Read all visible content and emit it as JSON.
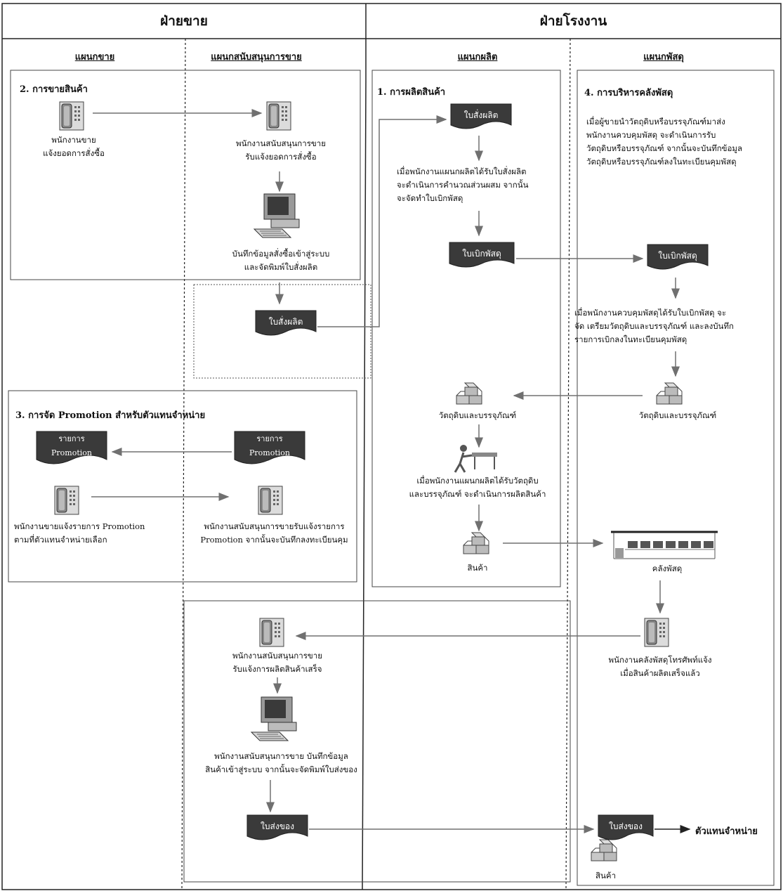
{
  "headers": {
    "sales_division": "ฝ่ายขาย",
    "factory_division": "ฝ่ายโรงงาน"
  },
  "lanes": {
    "sales": "แผนกขาย",
    "sales_support": "แผนกสนับสนุนการขาย",
    "production": "แผนกผลิต",
    "supplies": "แผนกพัสดุ"
  },
  "sections": {
    "sales_title": "2. การขายสินค้า",
    "production_title": "1. การผลิตสินค้า",
    "inventory_title": "4. การบริหารคลังพัสดุ",
    "promotion_title": "3. การจัด Promotion สำหรับตัวแทนจำหน่าย"
  },
  "texts": {
    "sales_staff": [
      "พนักงานขาย",
      "แจ้งยอดการสั่งซื้อ"
    ],
    "support_receive": [
      "พนักงานสนับสนุนการขาย",
      "รับแจ้งยอดการสั่งซื้อ"
    ],
    "support_record": [
      "บันทึกข้อมูลสั่งซื้อเข้าสู่ระบบ",
      "และจัดพิมพ์ใบสั่งผลิต"
    ],
    "prod_receive": [
      "เมื่อพนักงานแผนกผลิตได้รับใบสั่งผลิต",
      "จะดำเนินการคำนวณส่วนผสม จากนั้น",
      "จะจัดทำใบเบิกพัสดุ"
    ],
    "inv_intro": [
      "เมื่อผู้ขายนำวัตถุดิบหรือบรรจุภัณฑ์มาส่ง",
      "พนักงานควบคุมพัสดุ จะดำเนินการรับ",
      "วัตถุดิบหรือบรรจุภัณฑ์ จากนั้นจะบันทึกข้อมูล",
      "วัตถุดิบหรือบรรจุภัณฑ์ลงในทะเบียนคุมพัสดุ"
    ],
    "inv_prepare": [
      "เมื่อพนักงานควบคุมพัสดุได้รับใบเบิกพัสดุ จะ",
      "จัด เตรียมวัตถุดิบและบรรจุภัณฑ์ และลงบันทึก",
      "รายการเบิกลงในทะเบียนคุมพัสดุ"
    ],
    "raw_materials_prod": "วัตถุดิบและบรรจุภัณฑ์",
    "raw_materials_inv": "วัตถุดิบและบรรจุภัณฑ์",
    "prod_make": [
      "เมื่อพนักงานแผนกผลิตได้รับวัตถุดิบ",
      "และบรรจุภัณฑ์ จะดำเนินการผลิตสินค้า"
    ],
    "product_prod": "สินค้า",
    "warehouse": "คลังพัสดุ",
    "promo_sales": [
      "พนักงานขายแจ้งรายการ Promotion",
      "ตามที่ตัวแทนจำหน่ายเลือก"
    ],
    "promo_support": [
      "พนักงานสนับสนุนการขายรับแจ้งรายการ",
      "Promotion จากนั้นจะบันทึกลงทะเบียนคุม"
    ],
    "wh_phone": [
      "พนักงานคลังพัสดุโทรศัพท์แจ้ง",
      "เมื่อสินค้าผลิตเสร็จแล้ว"
    ],
    "support_done": [
      "พนักงานสนับสนุนการขาย",
      "รับแจ้งการผลิตสินค้าเสร็จ"
    ],
    "support_record2": [
      "พนักงานสนับสนุนการขาย บันทึกข้อมูล",
      "สินค้าเข้าสู่ระบบ จากนั้นจะจัดพิมพ์ใบส่งของ"
    ],
    "dealer": "ตัวแทนจำหน่าย",
    "product_final": "สินค้า"
  },
  "docs": {
    "production_order_prod": "ใบสั่งผลิต",
    "production_order_support": "ใบสั่งผลิต",
    "requisition_prod": "ใบเบิกพัสดุ",
    "requisition_inv": "ใบเบิกพัสดุ",
    "promo_left": [
      "รายการ",
      "Promotion"
    ],
    "promo_right": [
      "รายการ",
      "Promotion"
    ],
    "delivery_support": "ใบส่งของ",
    "delivery_inv": "ใบส่งของ"
  },
  "icons": {
    "phone": "phone-icon",
    "computer": "computer-icon",
    "boxes": "boxes-icon",
    "worker": "worker-icon",
    "warehouse": "warehouse-icon",
    "document": "document-icon"
  },
  "colors": {
    "doc_fill": "#3a3a3a",
    "arrow": "#707070",
    "line": "#222222"
  }
}
